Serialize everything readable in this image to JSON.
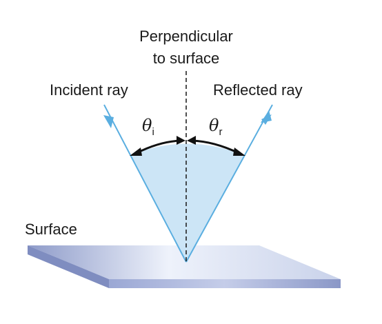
{
  "labels": {
    "normal_line1": "Perpendicular",
    "normal_line2": "to surface",
    "incident": "Incident ray",
    "reflected": "Reflected ray",
    "surface": "Surface"
  },
  "angles": {
    "incidence_symbol": "θ",
    "incidence_subscript": "i",
    "reflection_symbol": "θ",
    "reflection_subscript": "r"
  },
  "colors": {
    "ray": "#5aaee0",
    "cone_fill": "#c6e2f5",
    "normal_line": "#222222",
    "arc": "#111111",
    "surface_top": "#dde3f2",
    "surface_edge": "#8f9dcc"
  }
}
